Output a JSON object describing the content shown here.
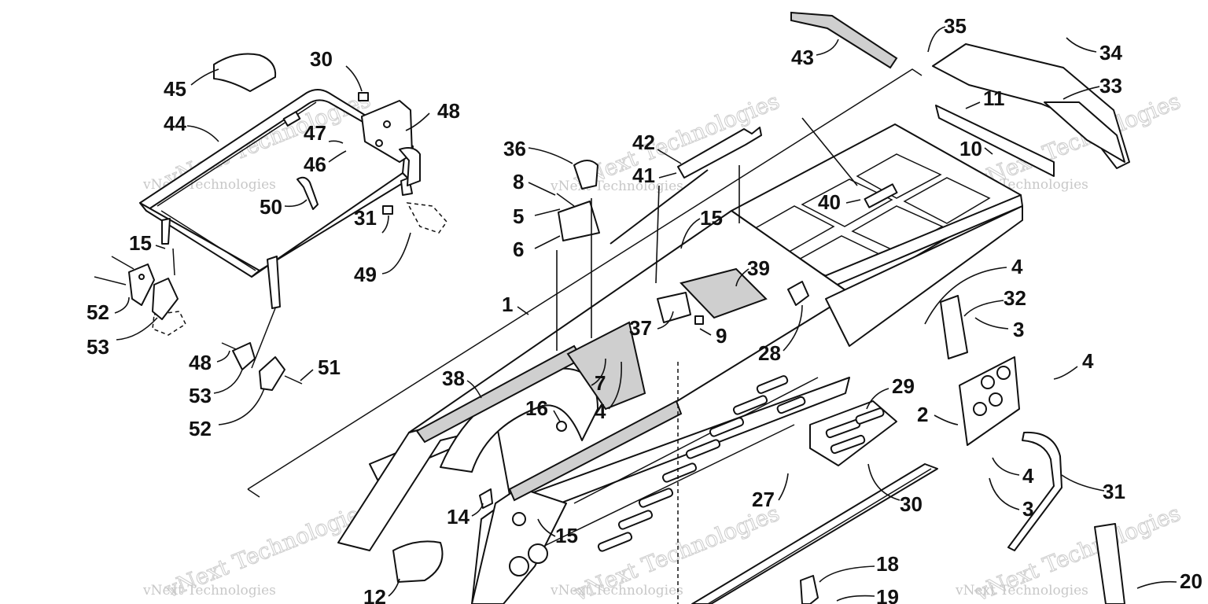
{
  "watermark": "vNext Technologies",
  "callouts": [
    {
      "id": "45",
      "text": "45"
    },
    {
      "id": "44",
      "text": "44"
    },
    {
      "id": "30a",
      "text": "30"
    },
    {
      "id": "48a",
      "text": "48"
    },
    {
      "id": "47",
      "text": "47"
    },
    {
      "id": "46",
      "text": "46"
    },
    {
      "id": "50",
      "text": "50"
    },
    {
      "id": "31a",
      "text": "31"
    },
    {
      "id": "49",
      "text": "49"
    },
    {
      "id": "15a",
      "text": "15"
    },
    {
      "id": "52a",
      "text": "52"
    },
    {
      "id": "53a",
      "text": "53"
    },
    {
      "id": "48b",
      "text": "48"
    },
    {
      "id": "53b",
      "text": "53"
    },
    {
      "id": "51",
      "text": "51"
    },
    {
      "id": "52b",
      "text": "52"
    },
    {
      "id": "36",
      "text": "36"
    },
    {
      "id": "8",
      "text": "8"
    },
    {
      "id": "5",
      "text": "5"
    },
    {
      "id": "6",
      "text": "6"
    },
    {
      "id": "42",
      "text": "42"
    },
    {
      "id": "41",
      "text": "41"
    },
    {
      "id": "43",
      "text": "43"
    },
    {
      "id": "35",
      "text": "35"
    },
    {
      "id": "34",
      "text": "34"
    },
    {
      "id": "33",
      "text": "33"
    },
    {
      "id": "11",
      "text": "11"
    },
    {
      "id": "10",
      "text": "10"
    },
    {
      "id": "40",
      "text": "40"
    },
    {
      "id": "15b",
      "text": "15"
    },
    {
      "id": "1",
      "text": "1"
    },
    {
      "id": "39",
      "text": "39"
    },
    {
      "id": "37",
      "text": "37"
    },
    {
      "id": "9",
      "text": "9"
    },
    {
      "id": "4a",
      "text": "4"
    },
    {
      "id": "32",
      "text": "32"
    },
    {
      "id": "3a",
      "text": "3"
    },
    {
      "id": "28",
      "text": "28"
    },
    {
      "id": "38",
      "text": "38"
    },
    {
      "id": "7",
      "text": "7"
    },
    {
      "id": "4b",
      "text": "4"
    },
    {
      "id": "16",
      "text": "16"
    },
    {
      "id": "4c",
      "text": "4"
    },
    {
      "id": "29",
      "text": "29"
    },
    {
      "id": "2",
      "text": "2"
    },
    {
      "id": "4d",
      "text": "4"
    },
    {
      "id": "3b",
      "text": "3"
    },
    {
      "id": "31b",
      "text": "31"
    },
    {
      "id": "30b",
      "text": "30"
    },
    {
      "id": "27",
      "text": "27"
    },
    {
      "id": "14",
      "text": "14"
    },
    {
      "id": "15c",
      "text": "15"
    },
    {
      "id": "12",
      "text": "12"
    },
    {
      "id": "18",
      "text": "18"
    },
    {
      "id": "19",
      "text": "19"
    },
    {
      "id": "20",
      "text": "20"
    }
  ]
}
